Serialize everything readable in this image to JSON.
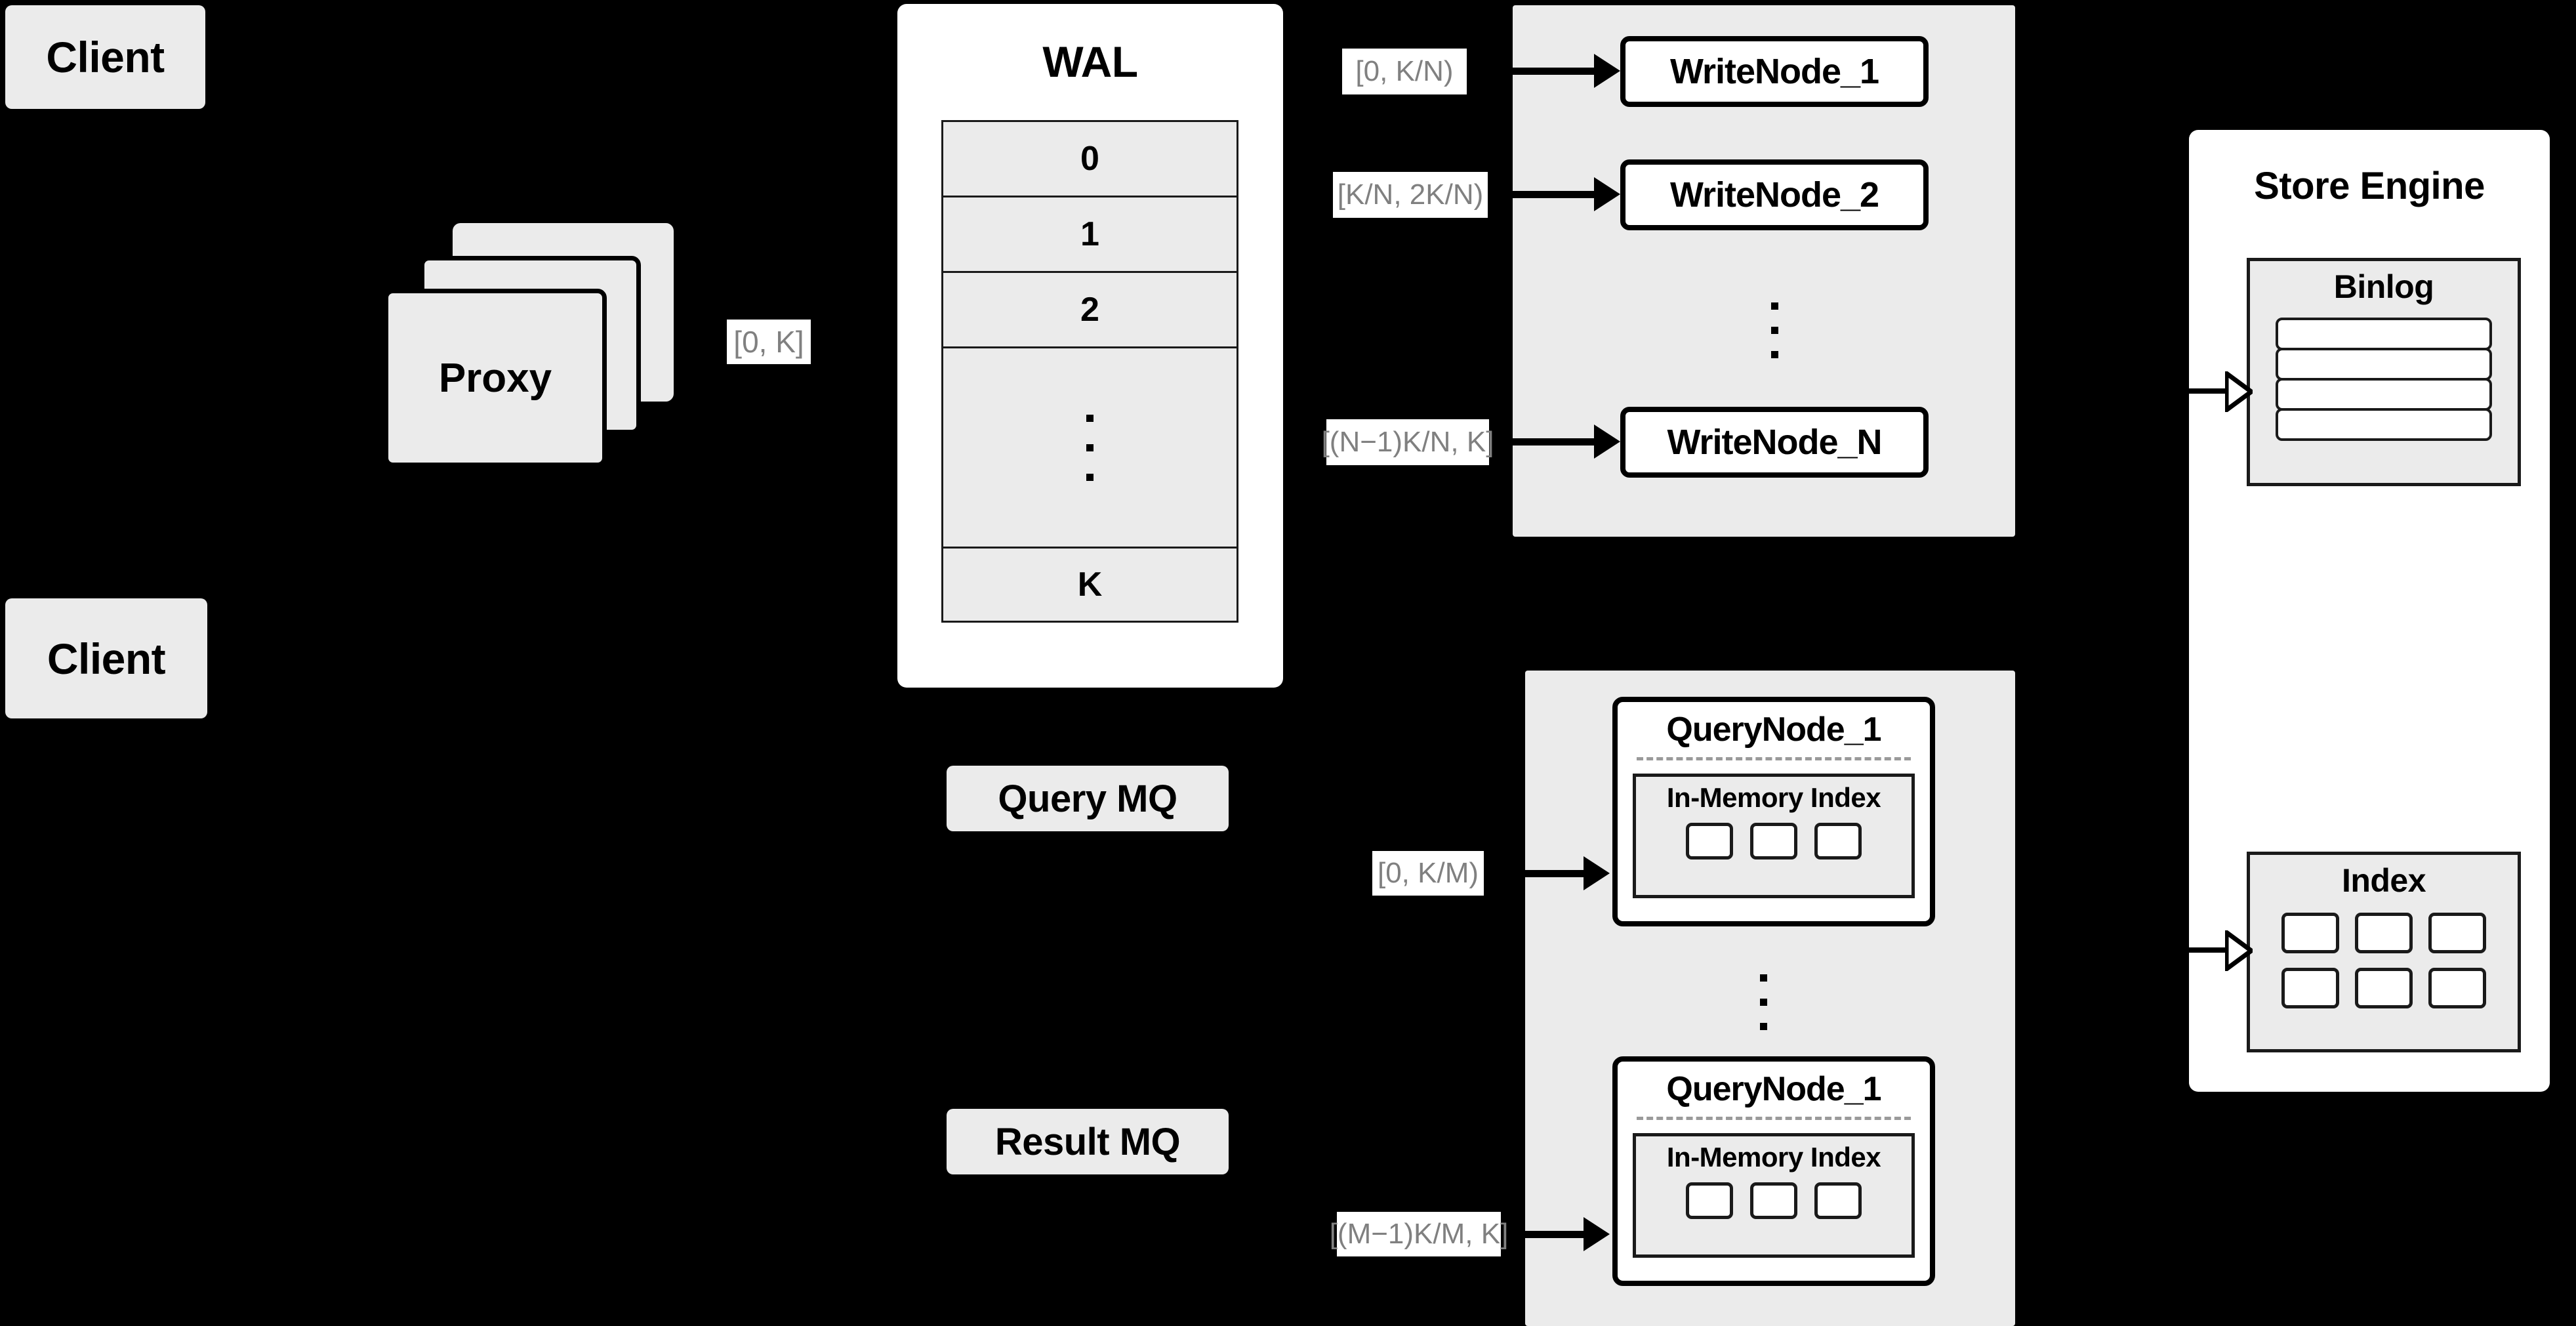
{
  "diagram": {
    "title": "Distributed vector database write/query architecture",
    "background_color": "#000000",
    "node_fill": "#ebebeb",
    "panel_fill": "#ffffff",
    "stroke_color": "#000000",
    "label_text_color": "#808080",
    "label_bg_color": "#ffffff"
  },
  "clients": [
    {
      "label": "Client"
    },
    {
      "label": "Client"
    }
  ],
  "proxy": {
    "label": "Proxy",
    "stack_count": 3
  },
  "wal": {
    "title": "WAL",
    "rows": [
      "0",
      "1",
      "2"
    ],
    "ellipsis": "···",
    "last_row": "K"
  },
  "queues": [
    {
      "label": "Query MQ"
    },
    {
      "label": "Result MQ"
    }
  ],
  "write_group": {
    "nodes": [
      {
        "label": "WriteNode_1"
      },
      {
        "label": "WriteNode_2"
      },
      {
        "label": "WriteNode_N"
      }
    ],
    "ellipsis_dots": 3
  },
  "query_group": {
    "nodes": [
      {
        "title": "QueryNode_1",
        "memory_index": {
          "title": "In-Memory Index",
          "cells": 3
        }
      },
      {
        "title": "QueryNode_1",
        "memory_index": {
          "title": "In-Memory Index",
          "cells": 3
        }
      }
    ],
    "ellipsis_dots": 3
  },
  "store_engine": {
    "title": "Store Engine",
    "binlog": {
      "title": "Binlog",
      "bars": 4
    },
    "index": {
      "title": "Index",
      "cells": 6,
      "columns": 3
    }
  },
  "edge_labels": {
    "proxy_to_wal": "[0,  K]",
    "wal_to_write_1": "[0,  K/N)",
    "wal_to_write_2": "[K/N, 2K/N)",
    "wal_to_write_n": "[(N−1)K/N,  K]",
    "mq_to_query_1": "[0, K/M)",
    "mq_to_query_m": "[(M−1)K/M, K]"
  }
}
